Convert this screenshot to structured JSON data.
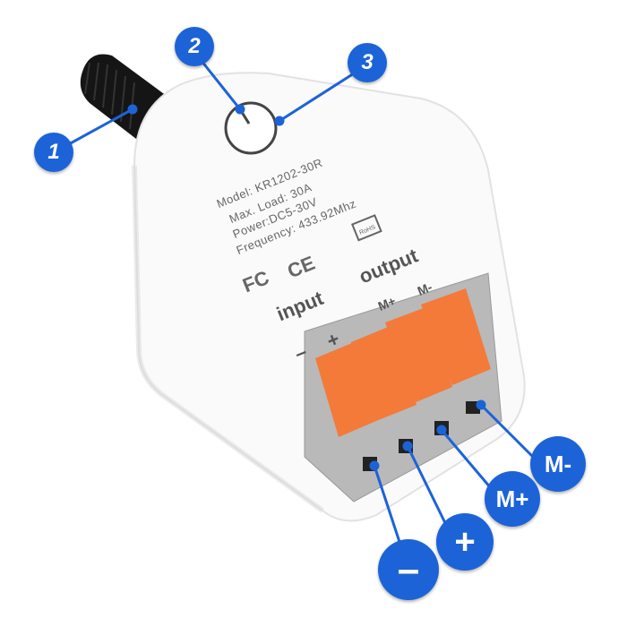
{
  "device": {
    "model": "Model: KR1202-30R",
    "max_load": "Max. Load: 30A",
    "power": "Power:DC5-30V",
    "frequency": "Frequency: 433.92Mhz",
    "certifications": [
      "FC",
      "CE",
      "RoHS"
    ],
    "input_label": "input",
    "input_minus": "–",
    "input_plus": "+",
    "output_label": "output",
    "output_mplus": "M+",
    "output_mminus": "M-"
  },
  "callouts": [
    "1",
    "2",
    "3",
    "M-",
    "M+",
    "+",
    "–"
  ],
  "colors": {
    "callout": "#1c63d8",
    "lever": "#f47a3a",
    "body": "#ffffff",
    "terminal": "#b8b8b8"
  }
}
